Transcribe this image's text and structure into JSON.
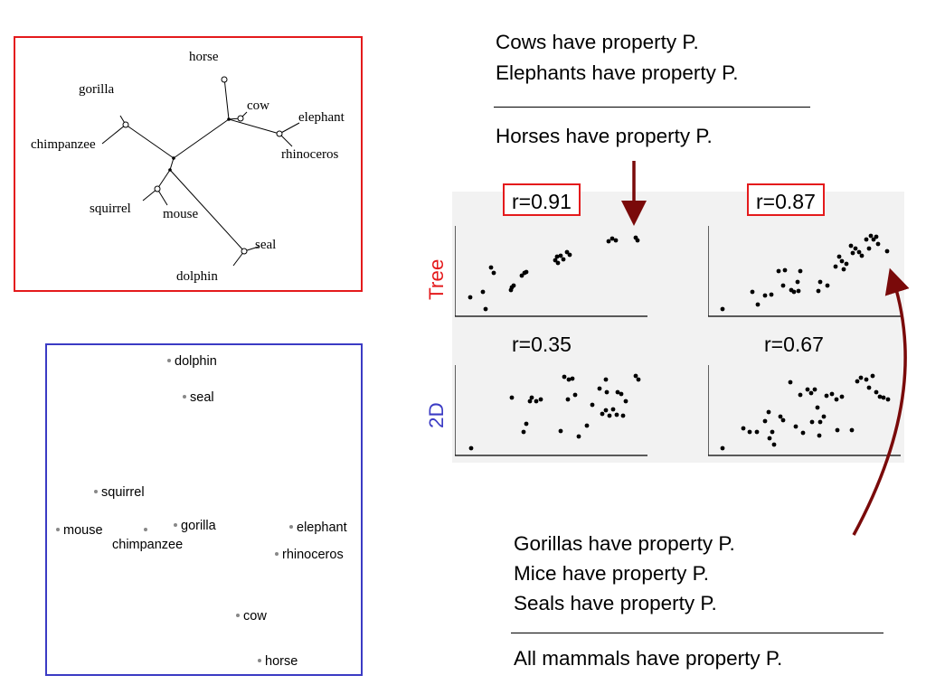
{
  "tree": {
    "border_color": "#e41a1c",
    "labels": {
      "horse": "horse",
      "cow": "cow",
      "elephant": "elephant",
      "rhinoceros": "rhinoceros",
      "gorilla": "gorilla",
      "chimpanzee": "chimpanzee",
      "squirrel": "squirrel",
      "mouse": "mouse",
      "seal": "seal",
      "dolphin": "dolphin"
    }
  },
  "mds": {
    "border_color": "#3b3bc4",
    "labels": {
      "dolphin": "dolphin",
      "seal": "seal",
      "squirrel": "squirrel",
      "mouse": "mouse",
      "chimpanzee": "chimpanzee",
      "gorilla": "gorilla",
      "elephant": "elephant",
      "rhinoceros": "rhinoceros",
      "cow": "cow",
      "horse": "horse"
    }
  },
  "argument1": {
    "premise1": "Cows have property P.",
    "premise2": "Elephants have property P.",
    "conclusion": "Horses have property P."
  },
  "argument2": {
    "premise1": "Gorillas have property P.",
    "premise2": "Mice have property P.",
    "premise3": "Seals have property P.",
    "conclusion": "All mammals have property P."
  },
  "plots": {
    "row_tree": "Tree",
    "row_2d": "2D",
    "row_tree_color": "#e41a1c",
    "row_2d_color": "#3b3bc4",
    "r_tree_left": "r=0.91",
    "r_tree_right": "r=0.87",
    "r_2d_left": "r=0.35",
    "r_2d_right": "r=0.67"
  },
  "arrow_color": "#7a0a0a"
}
